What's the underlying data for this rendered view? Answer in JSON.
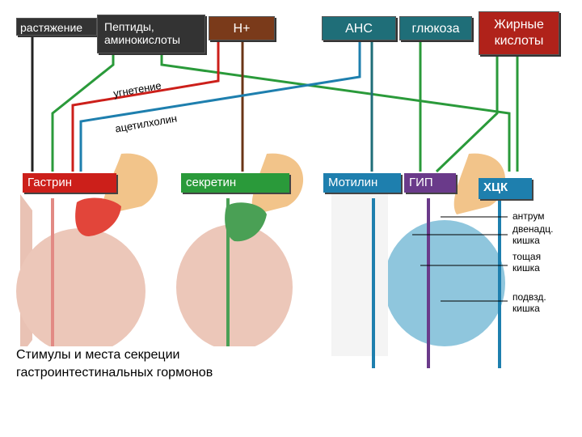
{
  "stimuli": {
    "stretch": "растяжение",
    "peptides": "Пептиды, аминокислоты",
    "h_plus": "Н+",
    "ans": "АНС",
    "glucose": "глюкоза",
    "fatty_acids": "Жирные кислоты"
  },
  "annotations": {
    "inhibition": "угнетение",
    "acetylcholine": "ацетилхолин"
  },
  "hormones": {
    "gastrin": "Гастрин",
    "secretin": "секретин",
    "motilin": "Мотилин",
    "gip": "ГИП",
    "cck": "ХЦК"
  },
  "legend": {
    "antrum": "антрум",
    "duodenum": "двенадц. кишка",
    "jejunum": "тощая кишка",
    "ileum": "подвзд. кишка"
  },
  "caption": "Стимулы и места секреции гастроинтестинальных гормонов",
  "colors": {
    "stimulus_box": "#333333",
    "h_box": "#7a3a1a",
    "ans_box": "#1f6e78",
    "fatty_box": "#b0221a",
    "green": "#2a9a3a",
    "red": "#cc1f1a",
    "blue": "#1e7fae",
    "brown": "#6b3516",
    "teal": "#1f6e78",
    "purple": "#6a3a8a",
    "pink": "#e28a84",
    "stomach": "#f2c48a",
    "intestine": "#e7b7a8"
  }
}
